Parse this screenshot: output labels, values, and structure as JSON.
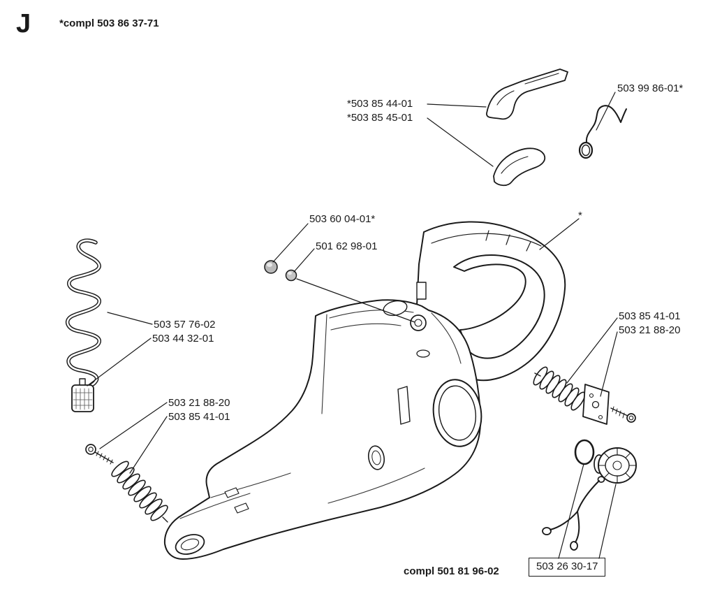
{
  "header": {
    "letter": "J",
    "assembly": "*compl 503 86 37-71"
  },
  "colors": {
    "ink": "#1a1a1a",
    "paper": "#ffffff",
    "plug_fill": "#b9b9b9"
  },
  "callouts": [
    {
      "part": "throttle-lockout",
      "text": "*503 85 44-01"
    },
    {
      "part": "throttle-trigger",
      "text": "*503 85 45-01"
    },
    {
      "part": "wire",
      "text": "503 99 86-01*"
    },
    {
      "part": "plug-large",
      "text": "503 60 04-01*"
    },
    {
      "part": "plug-small",
      "text": "501 62 98-01"
    },
    {
      "part": "rear-handle",
      "text": "*"
    },
    {
      "part": "fuel-hose",
      "text": "503 57 76-02"
    },
    {
      "part": "fuel-filter",
      "text": "503 44 32-01"
    },
    {
      "part": "left-screw",
      "text": "503 21 88-20"
    },
    {
      "part": "left-spring",
      "text": "503 85 41-01"
    },
    {
      "part": "right-spring",
      "text": "503 85 41-01"
    },
    {
      "part": "right-screw",
      "text": "503 21 88-20"
    },
    {
      "part": "tank-complete",
      "text": "compl 501 81 96-02"
    },
    {
      "part": "fuel-cap",
      "text": "503 26 30-17"
    }
  ]
}
